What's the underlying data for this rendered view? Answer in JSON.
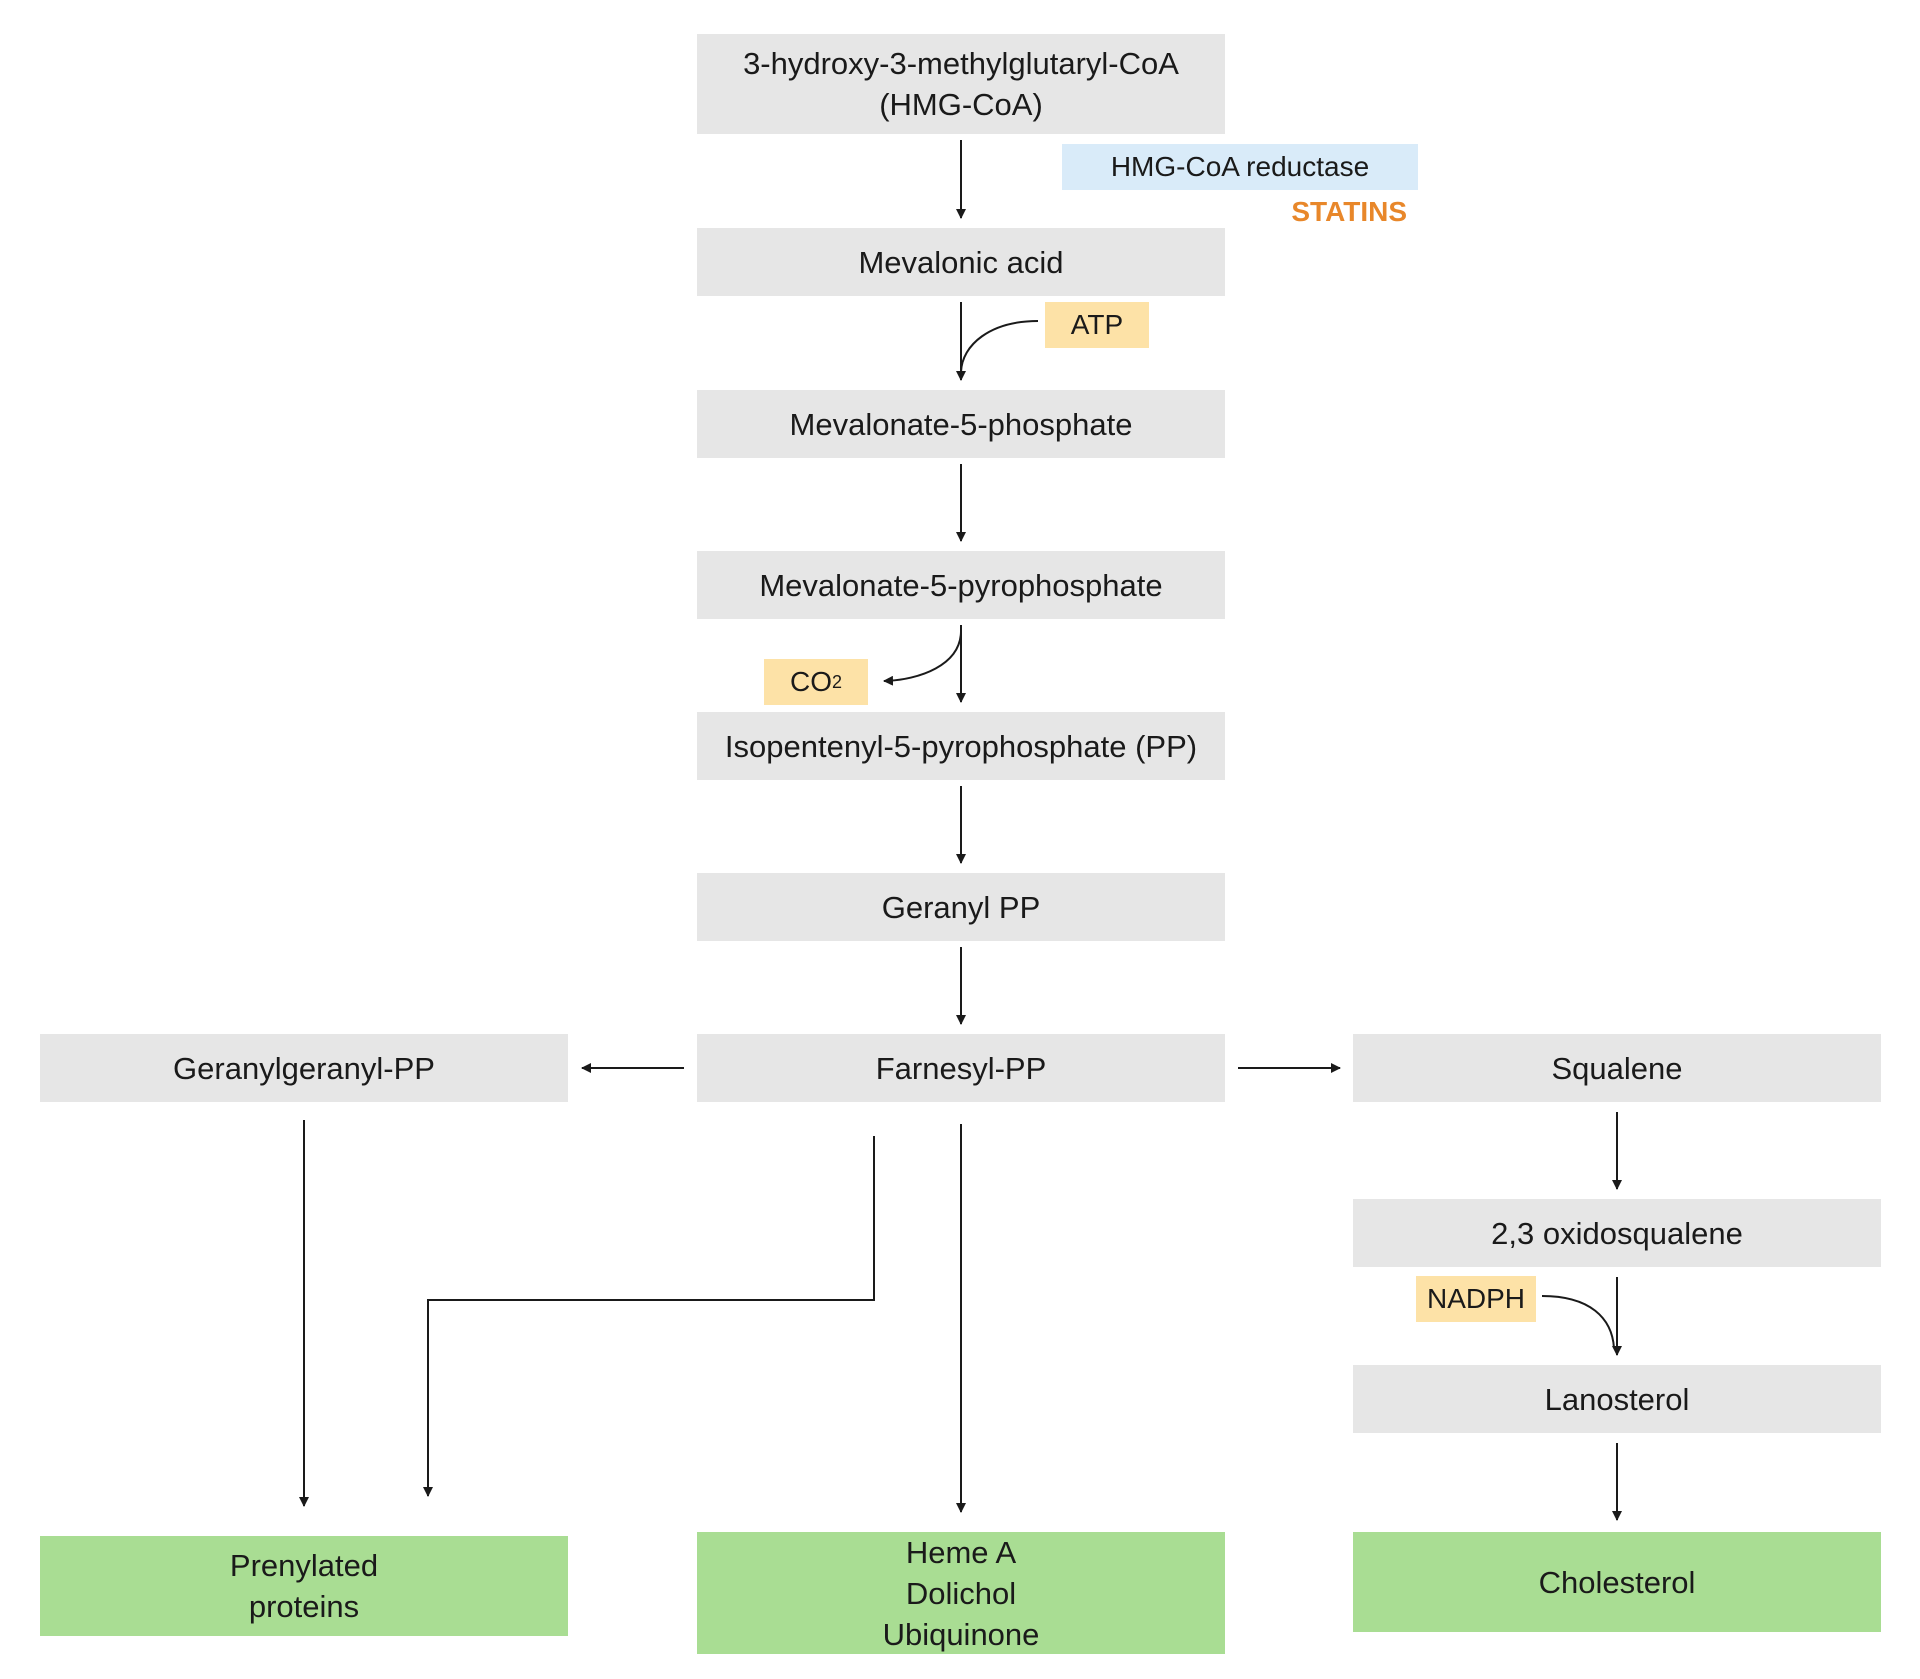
{
  "nodes": {
    "hmg_coa": "3-hydroxy-3-methylglutaryl-CoA\n(HMG-CoA)",
    "mevalonic_acid": "Mevalonic acid",
    "mevalonate_5_phosphate": "Mevalonate-5-phosphate",
    "mevalonate_5_pyrophosphate": "Mevalonate-5-pyrophosphate",
    "isopentenyl_pp": "Isopentenyl-5-pyrophosphate (PP)",
    "geranyl_pp": "Geranyl PP",
    "farnesyl_pp": "Farnesyl-PP",
    "geranylgeranyl_pp": "Geranylgeranyl-PP",
    "squalene": "Squalene",
    "oxidosqualene": "2,3 oxidosqualene",
    "lanosterol": "Lanosterol"
  },
  "products": {
    "prenylated_proteins": "Prenylated\nproteins",
    "heme_group": "Heme A\nDolichol\nUbiquinone",
    "cholesterol": "Cholesterol"
  },
  "cofactors": {
    "atp": "ATP",
    "co2_main": "CO",
    "co2_sub": "2",
    "nadph": "NADPH"
  },
  "enzyme": "HMG-CoA reductase",
  "inhibitor": "STATINS",
  "colors": {
    "node_fill": "#e6e6e6",
    "product_fill": "#a9dd93",
    "cofactor_fill": "#fde2a7",
    "enzyme_fill": "#d9ebf9",
    "inhibitor_text": "#e8872a"
  }
}
